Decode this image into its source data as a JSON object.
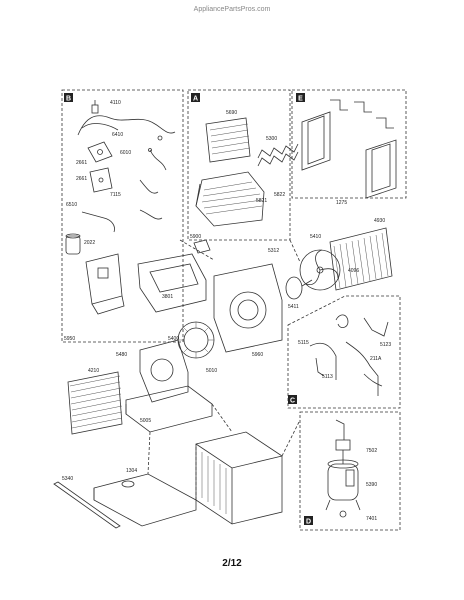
{
  "watermark": "AppliancePartsPros.com",
  "page_number": "2/12",
  "sections": [
    {
      "id": "B",
      "letter": "B"
    },
    {
      "id": "A",
      "letter": "A"
    },
    {
      "id": "E",
      "letter": "E"
    },
    {
      "id": "C",
      "letter": "C"
    },
    {
      "id": "D",
      "letter": "D"
    }
  ],
  "labels": {
    "b_4110": "4110",
    "b_6410": "6410",
    "b_6010": "6010",
    "b_2661": "2661",
    "b_2661b": "2661",
    "b_7115": "7115",
    "b_6510": "6510",
    "b_2022": "2022",
    "b_5950": "5950",
    "a_5690": "5690",
    "a_5300": "5300",
    "a_5821": "5821",
    "a_5822": "5822",
    "a_5312": "5312",
    "e_1275": "1275",
    "m_5900": "5900",
    "m_3801": "3801",
    "m_4930": "4930",
    "m_5410": "5410",
    "m_4096": "4096",
    "m_5411": "5411",
    "m_5960": "5960",
    "m_5480": "5480",
    "m_5400": "5400",
    "m_5010": "5010",
    "m_4210": "4210",
    "m_5005": "5005",
    "m_1304": "1304",
    "m_5340": "5340",
    "c_5115": "5115",
    "c_5123": "5123",
    "c_211a": "211A",
    "c_5113": "5113",
    "d_7502": "7502",
    "d_5390": "5390",
    "d_7401": "7401"
  }
}
